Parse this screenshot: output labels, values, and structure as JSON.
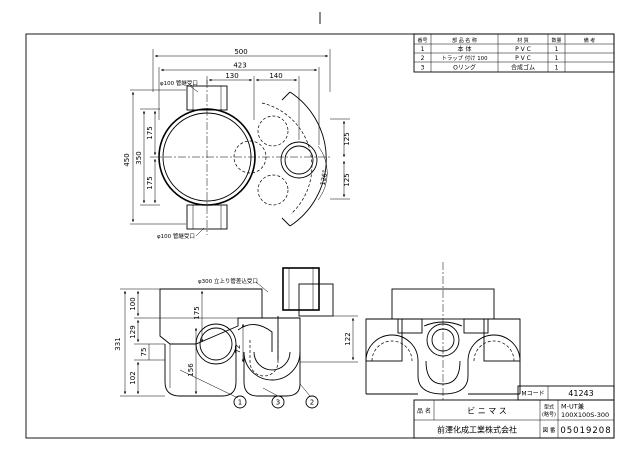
{
  "parts_table": {
    "headers": [
      "番号",
      "部 品 名 称",
      "材 質",
      "数量",
      "備 考"
    ],
    "rows": [
      [
        "1",
        "本 体",
        "P V C",
        "1",
        ""
      ],
      [
        "2",
        "トラップ 付け 100",
        "P V C",
        "1",
        ""
      ],
      [
        "3",
        "Oリング",
        "合成ゴム",
        "1",
        ""
      ]
    ]
  },
  "top_view": {
    "dims": {
      "overall_width": "500",
      "body_width": "423",
      "offset_a": "130",
      "offset_b": "140",
      "overall_height": "450",
      "height_350": "350",
      "half_upper": "175",
      "half_lower": "175",
      "right_upper": "125",
      "right_lower": "125",
      "angle": "126°"
    },
    "callout_top": "φ100 管継受口",
    "callout_bottom": "φ100 管継受口"
  },
  "front_view": {
    "callout": "φ300 立上り管差込受口",
    "dims": {
      "left_total": "331",
      "left_100": "100",
      "left_129": "129",
      "left_75": "75",
      "left_102": "102",
      "inner_175": "175",
      "inner_156": "156",
      "inner_72": "72",
      "right_122": "122"
    },
    "balloons": [
      "1",
      "3",
      "2"
    ]
  },
  "title_block": {
    "mcode_label": "Mコード",
    "mcode_value": "41243",
    "name_label": "品 名",
    "name_value": "ビ ニ マ ス",
    "model_label_1": "型式",
    "model_label_2": "(略号)",
    "model_value_1": "M-UT兼",
    "model_value_2": "100X100S-300",
    "company": "前澤化成工業株式会社",
    "drawing_no_label": "図 番",
    "drawing_no_value": "05019208"
  }
}
